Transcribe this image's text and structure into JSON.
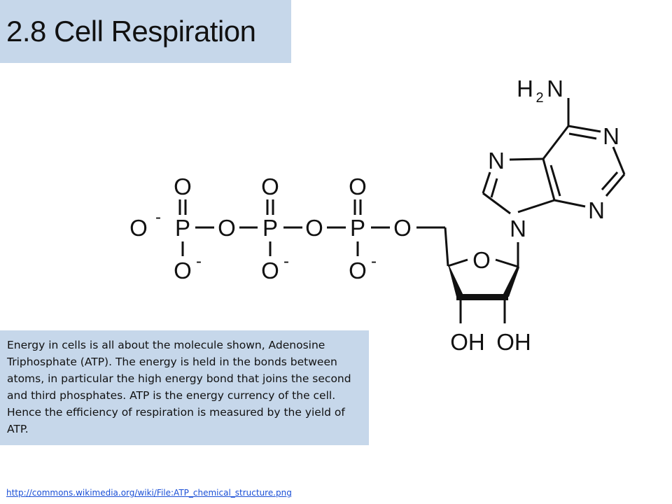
{
  "slide": {
    "title": "2.8 Cell Respiration",
    "body_text": "Energy in cells is all about the molecule shown, Adenosine Triphosphate (ATP). The energy is held in the bonds between atoms, in particular the high energy bond that joins the second and third phosphates. ATP is the energy currency of the cell. Hence the efficiency of respiration is measured by the yield of ATP.",
    "source_url": "http://commons.wikimedia.org/wiki/File:ATP_chemical_structure.png"
  },
  "structure": {
    "phosphate_symbol": "P",
    "oxygen_symbol": "O",
    "anion_oxygen": "O",
    "charge": "-",
    "nitrogen_symbol": "N",
    "amine_h": "H",
    "amine_sub": "2",
    "amine_n": "N",
    "hydroxyl": "OH",
    "colors": {
      "ink": "#111111",
      "panel": "#c6d7ea",
      "link": "#1a4fd6"
    }
  }
}
